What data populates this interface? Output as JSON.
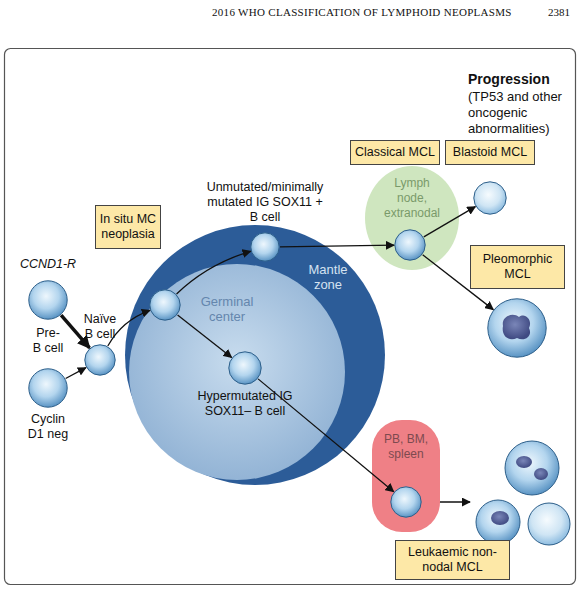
{
  "diagram": {
    "nodes": [
      {
        "text": [
          "CCND1-R",
          "Pre- B cell"
        ]
      },
      {
        "text": [
          "Cyclin D1 neg"
        ]
      },
      {
        "text": [
          "Naïve B cell"
        ]
      },
      {
        "text": [
          "Mantle zone"
        ]
      },
      {
        "text": [
          "Germinal center"
        ],
        "in": 3
      },
      {
        "text": [
          "In situ MC neoplasia"
        ],
        "in": 3
      },
      {
        "text": [
          "Unmutated/minimally mutated IG SOX11 + B cell"
        ],
        "in": 3
      },
      {
        "text": [
          "Hypermutated IG SOX11– B cell"
        ],
        "in": 4
      },
      {
        "text": [
          "Lymph node, extranodal"
        ]
      },
      {
        "text": [
          "Classical MCL"
        ],
        "in": 8
      },
      {
        "text": [
          "Blastoid MCL"
        ]
      },
      {
        "text": [
          "Pleomorphic MCL"
        ]
      },
      {
        "text": [
          "PB, BM, spleen"
        ]
      },
      {
        "text": [
          "Leukaemic non-nodal MCL"
        ],
        "in": 12
      }
    ],
    "edges": [
      {
        "from": 0,
        "to": 2,
        "arrow": "to"
      },
      {
        "from": 1,
        "to": 2,
        "arrow": "to"
      },
      {
        "from": 2,
        "to": 5,
        "arrow": "to"
      },
      {
        "from": 5,
        "to": 6,
        "arrow": "to"
      },
      {
        "from": 5,
        "to": 7,
        "arrow": "to"
      },
      {
        "from": 6,
        "to": 9,
        "arrow": "to"
      },
      {
        "from": 9,
        "to": 10,
        "arrow": "to"
      },
      {
        "from": 9,
        "to": 11,
        "arrow": "to"
      },
      {
        "from": 7,
        "to": 13,
        "arrow": "to"
      }
    ],
    "labels": [
      "2016 WHO CLASSIFICATION OF LYMPHOID NEOPLASMS",
      "2381",
      "Progression",
      "(TP53 and other oncogenic abnormalities)"
    ]
  }
}
